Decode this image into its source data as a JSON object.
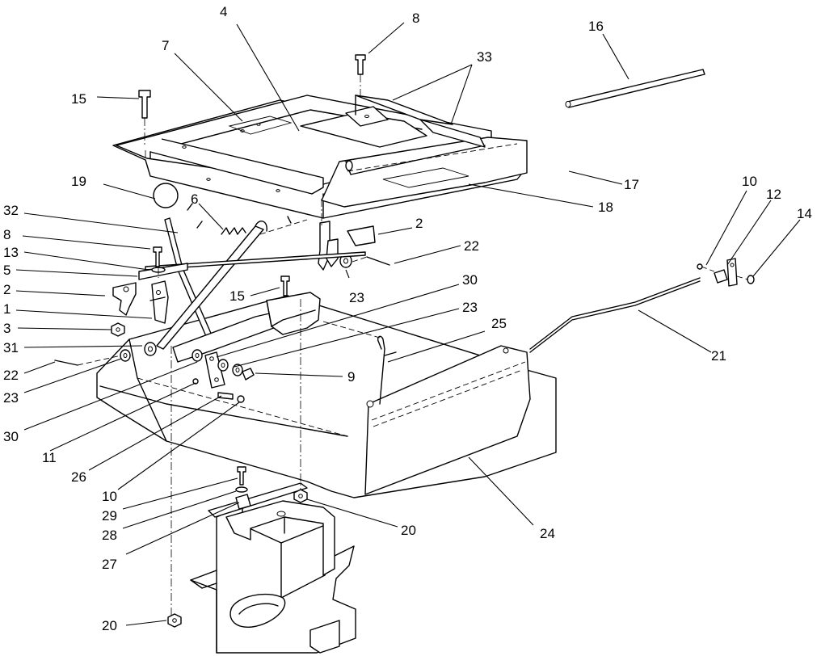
{
  "callouts": {
    "c4": {
      "label": "4"
    },
    "c8a": {
      "label": "8"
    },
    "c7": {
      "label": "7"
    },
    "c33": {
      "label": "33"
    },
    "c16": {
      "label": "16"
    },
    "c15a": {
      "label": "15"
    },
    "c17": {
      "label": "17"
    },
    "c18": {
      "label": "18"
    },
    "c19": {
      "label": "19"
    },
    "c6": {
      "label": "6"
    },
    "c10a": {
      "label": "10"
    },
    "c12": {
      "label": "12"
    },
    "c14": {
      "label": "14"
    },
    "c32": {
      "label": "32"
    },
    "c2a": {
      "label": "2"
    },
    "c8b": {
      "label": "8"
    },
    "c22a": {
      "label": "22"
    },
    "c13": {
      "label": "13"
    },
    "c5": {
      "label": "5"
    },
    "c2b": {
      "label": "2"
    },
    "c15b": {
      "label": "15"
    },
    "c23a": {
      "label": "23"
    },
    "c30a": {
      "label": "30"
    },
    "c1": {
      "label": "1"
    },
    "c23b": {
      "label": "23"
    },
    "c3": {
      "label": "3"
    },
    "c25": {
      "label": "25"
    },
    "c21": {
      "label": "21"
    },
    "c31": {
      "label": "31"
    },
    "c9": {
      "label": "9"
    },
    "c22b": {
      "label": "22"
    },
    "c23c": {
      "label": "23"
    },
    "c30b": {
      "label": "30"
    },
    "c11": {
      "label": "11"
    },
    "c26": {
      "label": "26"
    },
    "c10b": {
      "label": "10"
    },
    "c29": {
      "label": "29"
    },
    "c28": {
      "label": "28"
    },
    "c20a": {
      "label": "20"
    },
    "c24": {
      "label": "24"
    },
    "c27": {
      "label": "27"
    },
    "c20b": {
      "label": "20"
    }
  }
}
